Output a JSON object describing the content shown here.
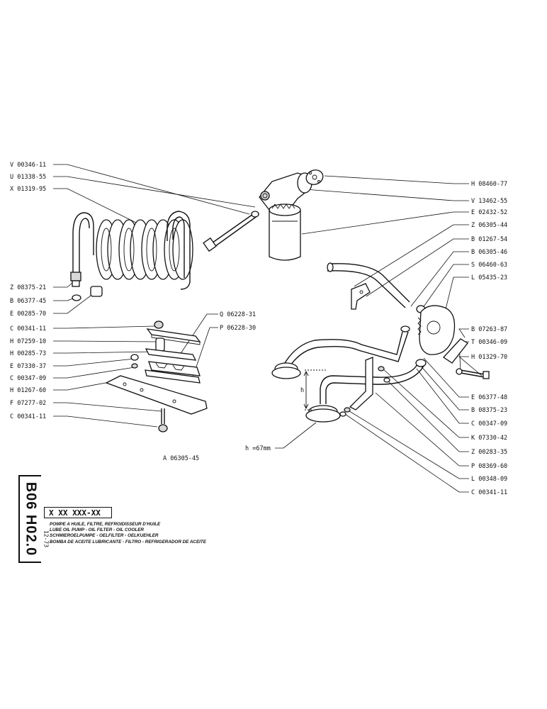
{
  "labels_left": [
    "V 00346-11",
    "U 01338-55",
    "X 01319-95",
    "Z 08375-21",
    "B 06377-45",
    "E 00285-70",
    "C 00341-11",
    "H 07259-10",
    "H 00285-73",
    "E 07330-37",
    "C 00347-09",
    "H 01267-60",
    "F 07277-02",
    "C 00341-11"
  ],
  "labels_mid": [
    "Q 06228-31",
    "P 06228-30"
  ],
  "labels_right": [
    "H 08460-77",
    "V 13462-55",
    "E 02432-52",
    "Z 06305-44",
    "B 01267-54",
    "B 06305-46",
    "S 06460-63",
    "L 05435-23",
    "B 07263-87",
    "T 00346-09",
    "H 01329-70",
    "E 06377-48",
    "B 08375-23",
    "C 00347-09",
    "K 07330-42",
    "Z 00283-35",
    "P 08369-60",
    "L 00348-09",
    "C 00341-11"
  ],
  "dimension_h": "h",
  "dimension_note": "h =67mm",
  "drawing_ref": "A 06305-45",
  "side_code": "B06 H02.0",
  "side_date": "12-73",
  "part_ref": "X XX XXX-XX",
  "titles": [
    "POMPE A HUILE, FILTRE, REFROIDISSEUR D'HUILE",
    "LUBE OIL PUMP - OIL FILTER - OIL COOLER",
    "SCHMIEROELPUMPE - OELFILTER - OELKUEHLER",
    "BOMBA DE ACEITE LUBRICANTE - FILTRO - REFRIGERADOR DE ACEITE"
  ]
}
